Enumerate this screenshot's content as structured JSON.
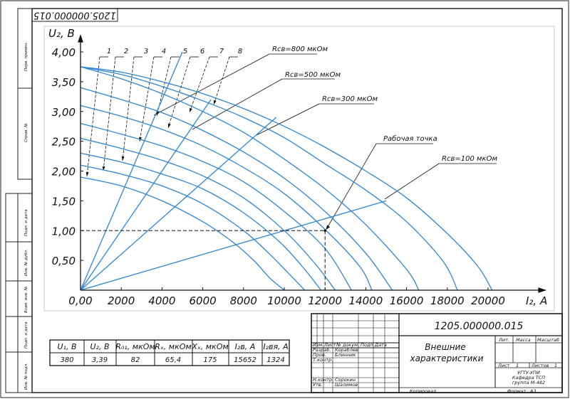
{
  "stamp_top": "1205.000000.015",
  "side_stamp": [
    "Перв. примен.",
    "Справ. №",
    "Подп. и дата",
    "Инв. № дубл.",
    "Взам. инв. №",
    "Подп. и дата",
    "Инв. № подл."
  ],
  "chart_data": {
    "type": "line",
    "xlabel": "I₂, A",
    "ylabel": "U₂, В",
    "xlim": [
      0,
      20000
    ],
    "ylim": [
      0,
      4.0
    ],
    "x_ticks": [
      "0,00",
      "2000",
      "4000",
      "6000",
      "8000",
      "10000",
      "12000",
      "14000",
      "16000",
      "18000",
      "20000"
    ],
    "x_tick_values": [
      0,
      2000,
      4000,
      6000,
      8000,
      10000,
      12000,
      14000,
      16000,
      18000,
      20000
    ],
    "y_ticks": [
      "0,50",
      "1,00",
      "1,50",
      "2,00",
      "2,50",
      "3,00",
      "3,50",
      "4,00"
    ],
    "y_tick_values": [
      0.5,
      1.0,
      1.5,
      2.0,
      2.5,
      3.0,
      3.5,
      4.0
    ],
    "curve_labels": [
      "1",
      "2",
      "3",
      "4",
      "5",
      "6",
      "7",
      "8"
    ],
    "curves": [
      {
        "label": "1",
        "x": [
          0,
          2000,
          4000,
          6000,
          7500,
          8500,
          9300,
          10000
        ],
        "y": [
          1.9,
          1.75,
          1.5,
          1.15,
          0.8,
          0.5,
          0.2,
          0.0
        ]
      },
      {
        "label": "2",
        "x": [
          0,
          2000,
          4000,
          6000,
          8000,
          9300,
          10300,
          11000
        ],
        "y": [
          2.1,
          1.95,
          1.75,
          1.45,
          1.0,
          0.6,
          0.25,
          0.0
        ]
      },
      {
        "label": "3",
        "x": [
          0,
          2000,
          4000,
          6000,
          8000,
          9800,
          11000,
          11800
        ],
        "y": [
          2.3,
          2.15,
          1.95,
          1.7,
          1.3,
          0.8,
          0.35,
          0.0
        ]
      },
      {
        "label": "4",
        "x": [
          0,
          2000,
          4000,
          6000,
          8000,
          10000,
          11500,
          12500
        ],
        "y": [
          2.55,
          2.38,
          2.18,
          1.92,
          1.55,
          1.0,
          0.45,
          0.0
        ]
      },
      {
        "label": "5",
        "x": [
          0,
          2000,
          4000,
          6000,
          8000,
          10000,
          12000,
          13300
        ],
        "y": [
          2.8,
          2.62,
          2.42,
          2.16,
          1.82,
          1.32,
          0.7,
          0.0
        ]
      },
      {
        "label": "6",
        "x": [
          0,
          2000,
          4000,
          6000,
          8000,
          10000,
          12000,
          13700,
          14300
        ],
        "y": [
          3.1,
          2.92,
          2.7,
          2.42,
          2.06,
          1.62,
          1.02,
          0.4,
          0.0
        ]
      },
      {
        "label": "7",
        "x": [
          0,
          2000,
          4000,
          6000,
          8000,
          10000,
          12000,
          14000,
          15300
        ],
        "y": [
          3.4,
          3.2,
          2.98,
          2.68,
          2.32,
          1.88,
          1.32,
          0.62,
          0.0
        ]
      },
      {
        "label": "8",
        "x": [
          0,
          2000,
          4000,
          6000,
          8000,
          10000,
          12000,
          14000,
          16000,
          16600
        ],
        "y": [
          3.75,
          3.55,
          3.3,
          3.0,
          2.65,
          2.2,
          1.7,
          1.1,
          0.35,
          0.0
        ]
      },
      {
        "label": "",
        "x": [
          0,
          2000,
          4000,
          6000,
          8000,
          10000,
          12000,
          14000,
          16000,
          17800,
          18500
        ],
        "y": [
          3.75,
          3.62,
          3.42,
          3.18,
          2.9,
          2.56,
          2.12,
          1.68,
          1.15,
          0.48,
          0.0
        ]
      },
      {
        "label": "",
        "x": [
          0,
          2000,
          4000,
          6000,
          8000,
          10000,
          12000,
          14000,
          16000,
          18000,
          19500,
          20200
        ],
        "y": [
          3.75,
          3.66,
          3.5,
          3.3,
          3.05,
          2.75,
          2.4,
          2.0,
          1.55,
          0.95,
          0.4,
          0.0
        ]
      }
    ],
    "load_lines": [
      {
        "label": "Rсв=800 мкОм",
        "x": [
          0,
          5000
        ],
        "y": [
          0,
          4.0
        ]
      },
      {
        "label": "Rсв=500 мкОм",
        "x": [
          0,
          6400
        ],
        "y": [
          0,
          3.2
        ]
      },
      {
        "label": "Rсв=300 мкОм",
        "x": [
          0,
          9600
        ],
        "y": [
          0,
          2.9
        ]
      },
      {
        "label": "Rсв=100 мкОм",
        "x": [
          0,
          15000
        ],
        "y": [
          0,
          1.5
        ]
      }
    ],
    "annotation": "Рабочая точка",
    "working_point": {
      "x": 12000,
      "y": 1.0
    }
  },
  "results_table": {
    "headers": [
      "U₁, В",
      "U₂, В",
      "R₀₁, мкОм",
      "Rₓ, мкОм",
      "Xₓ, мкОм",
      "I₂в, А",
      "I₂вя, А"
    ],
    "values": [
      "380",
      "3,39",
      "82",
      "65,4",
      "175",
      "15652",
      "1324"
    ]
  },
  "title_block": {
    "code": "1205.000000.015",
    "name_line1": "Внешние",
    "name_line2": "характеристики",
    "col_heads": [
      "Изм",
      "Лист",
      "№ докум.",
      "Подп.",
      "Дата"
    ],
    "roles": [
      "Разраб.",
      "Пров.",
      "Т.контр.",
      "",
      "Н.контр.",
      "Утв."
    ],
    "people": [
      "Кораблёв",
      "Блинник",
      "",
      "",
      "Сорокин",
      "Шалимов"
    ],
    "lit": "Лит.",
    "mass": "Масса",
    "scale": "Масштаб",
    "sheet_label": "Лист",
    "sheet_no": "1",
    "sheets_label": "Листов",
    "sheets_no": "1",
    "org1": "УГТУ-УПИ",
    "org2": "Кафедра ТСП",
    "org3": "группа М-482",
    "copied": "Копировал",
    "format_label": "Формат",
    "format": "А3"
  }
}
